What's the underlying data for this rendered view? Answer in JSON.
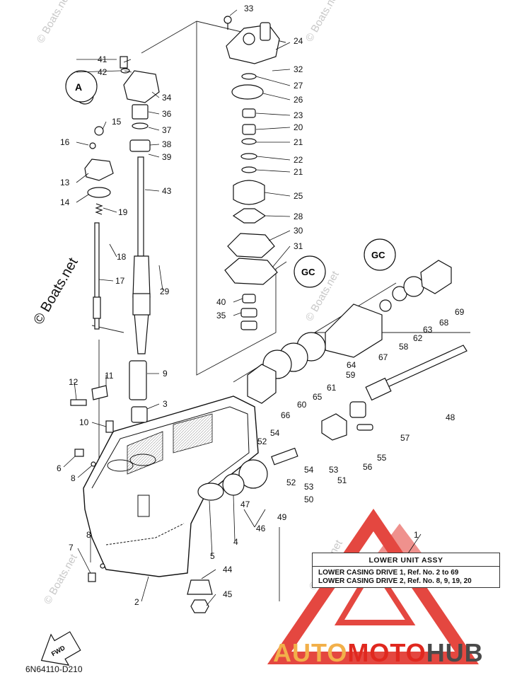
{
  "diagram": {
    "doc_code": "6N64110-D210",
    "fwd_label": "FWD",
    "watermark": "© Boats.net",
    "assembly_box": {
      "title": "LOWER UNIT ASSY",
      "line1": "LOWER CASING DRIVE 1, Ref. No. 2 to 69",
      "line2": "LOWER CASING DRIVE 2, Ref. No. 8, 9, 19, 20"
    },
    "lube_symbol_1": "A",
    "lube_symbol_2": "GC",
    "lube_symbol_3": "GC",
    "brand": {
      "part1": "AUTO",
      "part2": "MOTO",
      "part3": "HUB",
      "colors": {
        "auto": "#f2b04a",
        "moto": "#e0281f",
        "hub": "#4a4a4a"
      }
    },
    "callouts": [
      "1",
      "2",
      "3",
      "4",
      "5",
      "6",
      "7",
      "8",
      "8",
      "9",
      "10",
      "11",
      "12",
      "13",
      "14",
      "15",
      "16",
      "17",
      "18",
      "19",
      "20",
      "21",
      "21",
      "22",
      "23",
      "24",
      "25",
      "26",
      "27",
      "28",
      "29",
      "30",
      "31",
      "32",
      "33",
      "34",
      "35",
      "36",
      "37",
      "38",
      "39",
      "40",
      "41",
      "42",
      "43",
      "44",
      "45",
      "46",
      "47",
      "48",
      "49",
      "50",
      "51",
      "52",
      "52",
      "53",
      "53",
      "54",
      "54",
      "55",
      "56",
      "57",
      "58",
      "59",
      "60",
      "61",
      "62",
      "63",
      "63",
      "64",
      "65",
      "66",
      "67",
      "68",
      "69"
    ]
  }
}
